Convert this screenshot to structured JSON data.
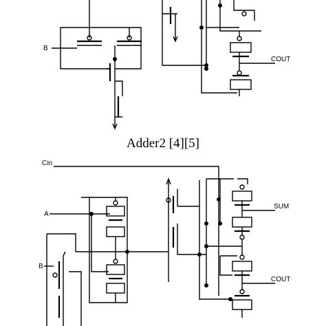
{
  "caption": "Adder2 [4][5]",
  "labels": {
    "top_b": "B",
    "top_cout": "COUT",
    "bot_cin": "Cin",
    "bot_a": "A",
    "bot_b": "B",
    "bot_sum": "SUM",
    "bot_cout": "COUT"
  }
}
